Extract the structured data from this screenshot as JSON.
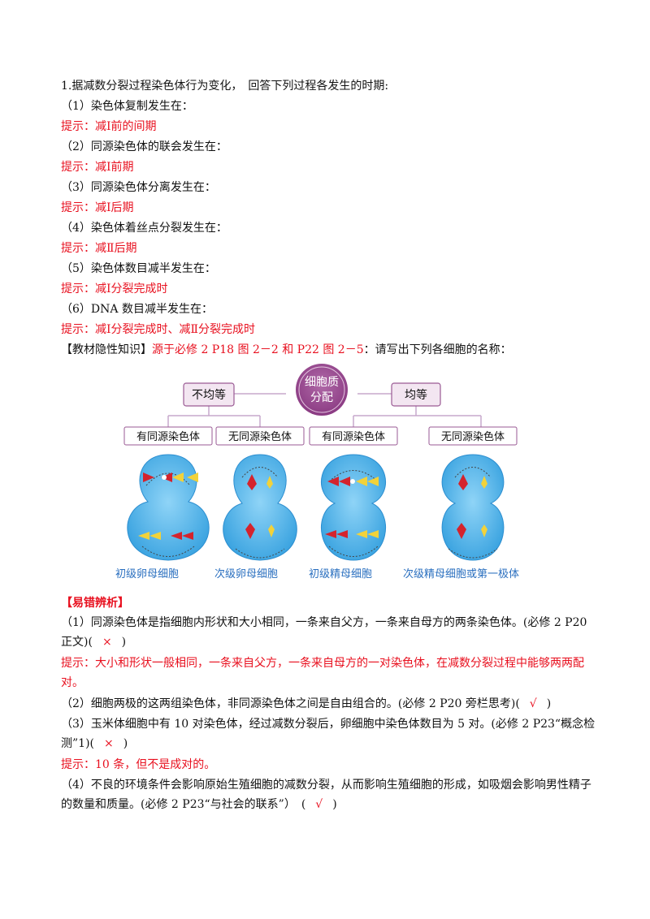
{
  "q1": {
    "title": "1.据减数分裂过程染色体行为变化，　回答下列过程各发生的时期:",
    "items": [
      {
        "q": "（1）染色体复制发生在：",
        "hint": "提示：减Ⅰ前的间期"
      },
      {
        "q": "（2）同源染色体的联会发生在：",
        "hint": "提示：减Ⅰ前期"
      },
      {
        "q": "（3）同源染色体分离发生在：",
        "hint": "提示：减Ⅰ后期"
      },
      {
        "q": "（4）染色体着丝点分裂发生在：",
        "hint": "提示：减Ⅱ后期"
      },
      {
        "q": "（5）染色体数目减半发生在：",
        "hint": "提示：减Ⅰ分裂完成时"
      },
      {
        "q": "（6）DNA 数目减半发生在：",
        "hint": "提示：减Ⅰ分裂完成时、减Ⅱ分裂完成时"
      }
    ]
  },
  "textbook": {
    "bracket": "【教材隐性知识】",
    "source": "源于必修 2  P18 图 2－2 和 P22 图 2－5",
    "rest": "：请写出下列各细胞的名称："
  },
  "diagram": {
    "center": [
      "细胞质",
      "分配"
    ],
    "left_box": "不均等",
    "right_box": "均等",
    "sub_labels": [
      "有同源染色体",
      "无同源染色体",
      "有同源染色体",
      "无同源染色体"
    ],
    "captions": [
      "初级卵母细胞",
      "次级卵母细胞",
      "初级精母细胞",
      "次级精母细胞或第一极体"
    ]
  },
  "errors": {
    "title": "【易错辨析】",
    "i1_text": "（1）同源染色体是指细胞内形状和大小相同，一条来自父方，一条来自母方的两条染色体。(必修 2  P20 正文)(",
    "i1_mark": "×",
    "i1_hint": "提示：大小和形状一般相同，一条来自父方，一条来自母方的一对染色体，在减数分裂过程中能够两两配对。",
    "i2_text": "（2）细胞两极的这两组染色体，非同源染色体之间是自由组合的。(必修 2  P20 旁栏思考)(",
    "i2_mark": "√",
    "i3_text": "（3）玉米体细胞中有 10 对染色体，经过减数分裂后，卵细胞中染色体数目为 5 对。(必修 2  P23“概念检测”1)(",
    "i3_mark": "×",
    "i3_hint": "提示：10 条，但不是成对的。",
    "i4_text": "（4）不良的环境条件会影响原始生殖细胞的减数分裂，从而影响生殖细胞的形成，如吸烟会影响男性精子的数量和质量。(必修 2  P23“与社会的联系”）　(",
    "i4_mark": "√",
    "close": ")"
  },
  "colors": {
    "hint": "#e8101f",
    "caption": "#2a6fbf",
    "cell": "#5cb8ec"
  }
}
